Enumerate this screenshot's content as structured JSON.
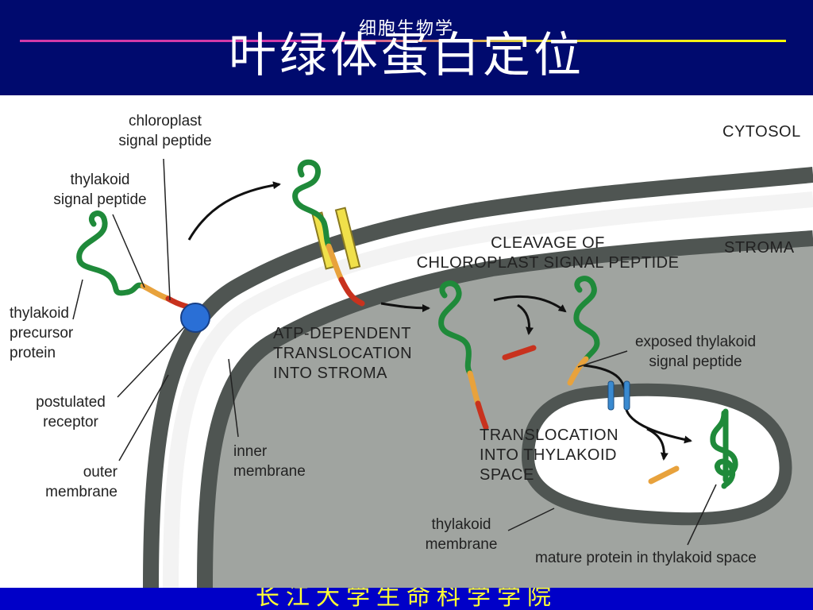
{
  "header": {
    "subject": "细胞生物学",
    "title": "叶绿体蛋白定位"
  },
  "diagram": {
    "regions": {
      "cytosol": "CYTOSOL",
      "stroma": "STROMA"
    },
    "labels": {
      "chloroplast_signal_peptide": "chloroplast\nsignal peptide",
      "thylakoid_signal_peptide": "thylakoid\nsignal peptide",
      "thylakoid_precursor_protein": "thylakoid\nprecursor\nprotein",
      "postulated_receptor": "postulated\nreceptor",
      "outer_membrane": "outer\nmembrane",
      "inner_membrane": "inner\nmembrane",
      "thylakoid_membrane": "thylakoid\nmembrane",
      "exposed_thylakoid_signal_peptide": "exposed thylakoid\nsignal peptide",
      "mature_protein": "mature protein in thylakoid space"
    },
    "steps": {
      "atp_translocation": "ATP-DEPENDENT\nTRANSLOCATION\nINTO STROMA",
      "cleavage": "CLEAVAGE OF\nCHLOROPLAST SIGNAL PEPTIDE",
      "thylakoid_translocation": "TRANSLOCATION\nINTO THYLAKOID\nSPACE"
    },
    "colors": {
      "stroma": "#a0a4a0",
      "membrane": "#4f5552",
      "protein": "#1f8a3a",
      "signal_peptide_red": "#c8321e",
      "signal_peptide_orange": "#e8a23c",
      "translocon_yellow": "#f0e04a",
      "receptor_blue": "#2a6fd6",
      "thylakoid_channel": "#3a8ad0"
    }
  },
  "footer": {
    "institution": "长江大学生命科学学院"
  }
}
